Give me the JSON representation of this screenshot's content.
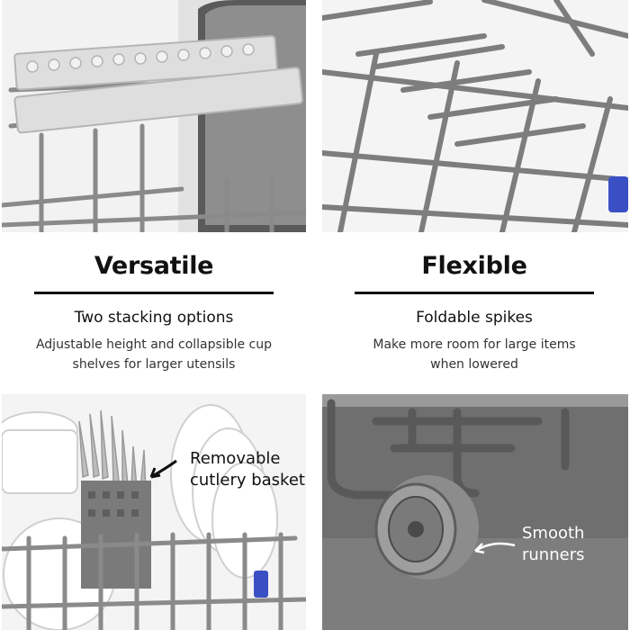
{
  "features": [
    {
      "heading": "Versatile",
      "subheading": "Two stacking options",
      "description_line1": "Adjustable height and collapsible cup",
      "description_line2": "shelves for larger utensils"
    },
    {
      "heading": "Flexible",
      "subheading": "Foldable spikes",
      "description_line1": "Make more room for large items",
      "description_line2": "when lowered"
    }
  ],
  "callouts": {
    "cutlery_line1": "Removable",
    "cutlery_line2": "cutlery basket",
    "runners_line1": "Smooth",
    "runners_line2": "runners"
  },
  "colors": {
    "rack": "#7d7d7d",
    "accent_clip": "#3b4fc4",
    "interior_dark": "#6f6f6f"
  }
}
